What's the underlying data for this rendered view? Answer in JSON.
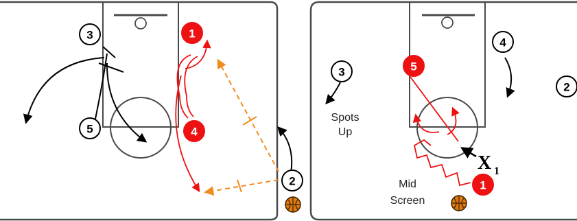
{
  "colors": {
    "offense": "#ee1111",
    "neutral": "#000000",
    "pass": "#f08c1e",
    "ball": "#e07a10",
    "court_line": "#4a4a4a"
  },
  "left_play": {
    "players": [
      {
        "id": "p3",
        "label": "3",
        "team": "white"
      },
      {
        "id": "p1",
        "label": "1",
        "team": "red"
      },
      {
        "id": "p5",
        "label": "5",
        "team": "white"
      },
      {
        "id": "p4",
        "label": "4",
        "team": "red"
      },
      {
        "id": "p2",
        "label": "2",
        "team": "white"
      }
    ],
    "ball": "basketball-icon"
  },
  "right_play": {
    "players": [
      {
        "id": "p3",
        "label": "3",
        "team": "white"
      },
      {
        "id": "p4",
        "label": "4",
        "team": "white"
      },
      {
        "id": "p2",
        "label": "2",
        "team": "white"
      },
      {
        "id": "p5",
        "label": "5",
        "team": "red"
      },
      {
        "id": "p1",
        "label": "1",
        "team": "red"
      }
    ],
    "notes": {
      "spots_up_line1": "Spots",
      "spots_up_line2": "Up",
      "mid_screen_line1": "Mid",
      "mid_screen_line2": "Screen"
    },
    "defender": {
      "letter": "X",
      "sub": "1"
    },
    "ball": "basketball-icon"
  }
}
